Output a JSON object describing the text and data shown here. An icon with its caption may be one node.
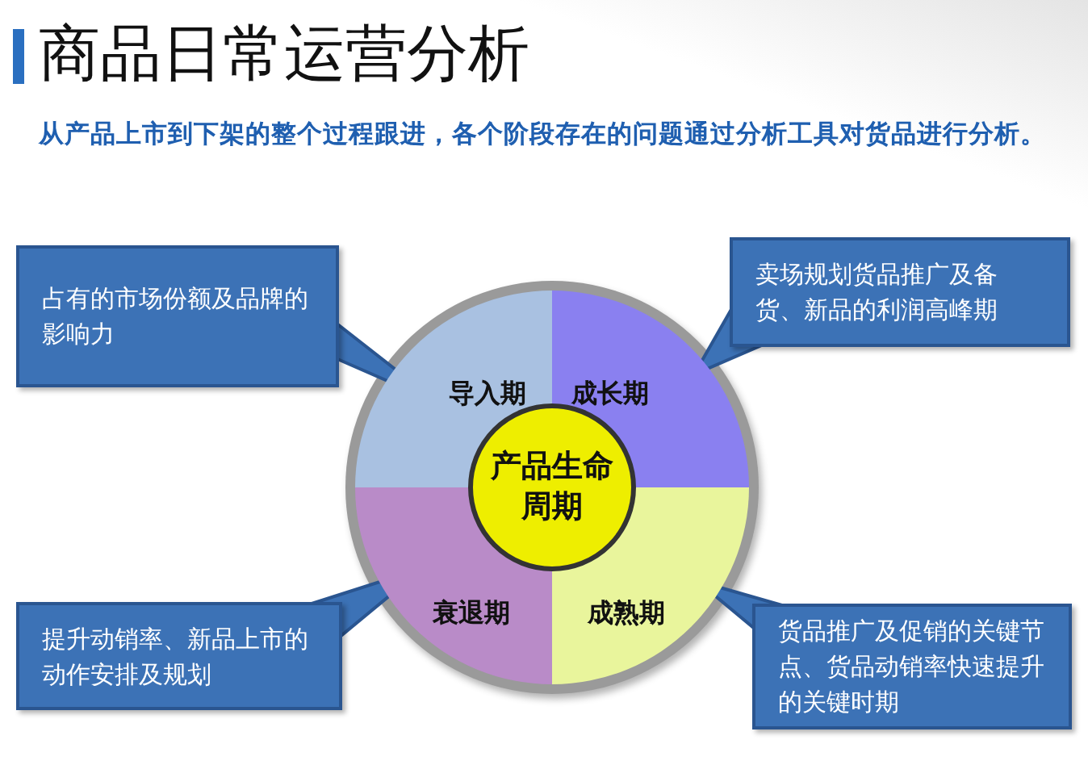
{
  "diagram": {
    "title": "商品日常运营分析",
    "nodes": [
      {
        "text": [
          "占有的市场份额及品牌的影响力"
        ]
      },
      {
        "text": [
          "卖场规划货品推广及备货、新品的利润高峰期"
        ]
      },
      {
        "text": [
          "导入期"
        ]
      },
      {
        "text": [
          "成长期"
        ]
      },
      {
        "text": [
          "产品生命周期"
        ]
      },
      {
        "text": [
          "衰退期"
        ]
      },
      {
        "text": [
          "成熟期"
        ]
      },
      {
        "text": [
          "提升动销率、新品上市的动作安排及规划"
        ]
      },
      {
        "text": [
          "货品推广及促销的关键节点、货品动销率快速提升的关键时期"
        ]
      }
    ],
    "labels": [
      "从产品上市到下架的整个过程跟进，各个阶段存在的问题通过分析工具对货品进行分析。"
    ]
  }
}
